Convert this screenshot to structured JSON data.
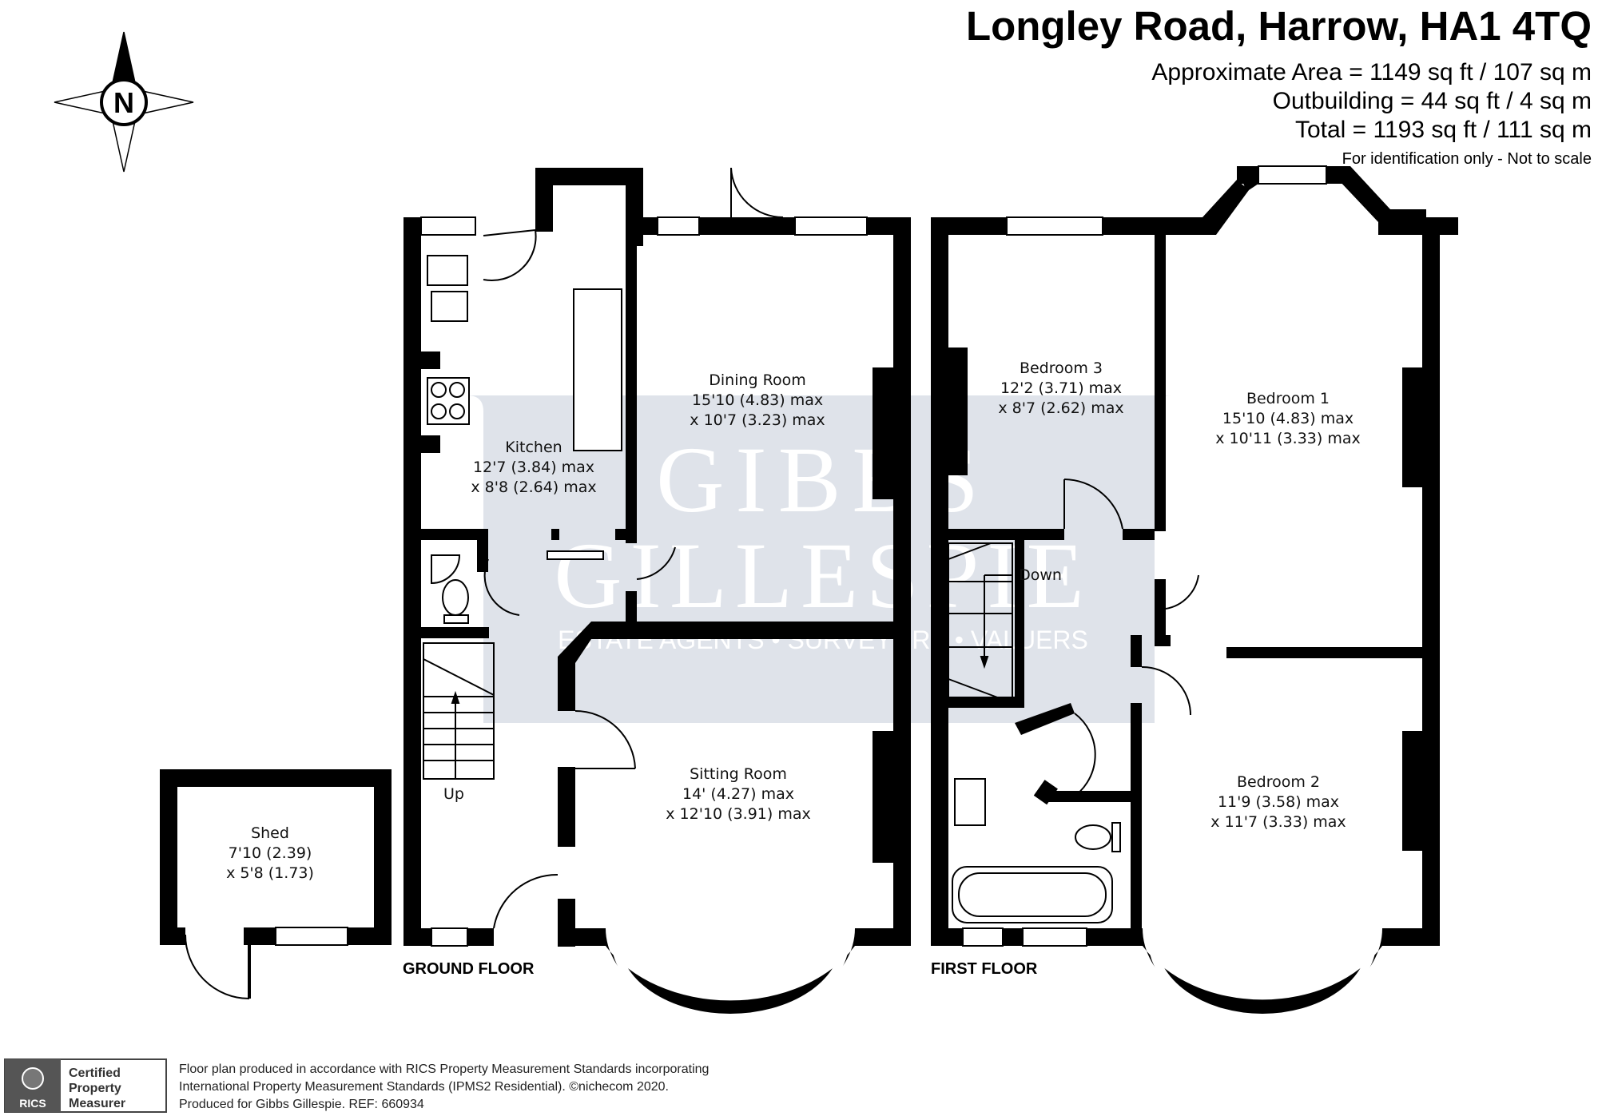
{
  "header": {
    "title": "Longley Road, Harrow, HA1 4TQ",
    "approx_area": "Approximate Area = 1149 sq ft / 107 sq m",
    "outbuilding": "Outbuilding = 44 sq ft / 4 sq m",
    "total": "Total = 1193 sq ft / 111 sq m",
    "disclaimer": "For identification only - Not to scale"
  },
  "compass": {
    "letter": "N"
  },
  "watermark": {
    "line1": "GIBBS",
    "line2": "GILLESPIE",
    "line3": "ESTATE AGENTS • SURVEYORS • VALUERS"
  },
  "ground_floor": {
    "label": "GROUND FLOOR",
    "kitchen": {
      "name": "Kitchen",
      "dim1": "12'7 (3.84) max",
      "dim2": "x 8'8 (2.64) max"
    },
    "dining": {
      "name": "Dining Room",
      "dim1": "15'10 (4.83) max",
      "dim2": "x 10'7 (3.23) max"
    },
    "sitting": {
      "name": "Sitting Room",
      "dim1": "14' (4.27) max",
      "dim2": "x 12'10 (3.91) max"
    },
    "stairs_label": "Up"
  },
  "shed": {
    "name": "Shed",
    "dim1": "7'10 (2.39)",
    "dim2": "x 5'8 (1.73)"
  },
  "first_floor": {
    "label": "FIRST FLOOR",
    "bedroom3": {
      "name": "Bedroom 3",
      "dim1": "12'2 (3.71) max",
      "dim2": "x 8'7 (2.62) max"
    },
    "bedroom1": {
      "name": "Bedroom 1",
      "dim1": "15'10 (4.83) max",
      "dim2": "x 10'11 (3.33) max"
    },
    "bedroom2": {
      "name": "Bedroom 2",
      "dim1": "11'9 (3.58) max",
      "dim2": "x 11'7 (3.33) max"
    },
    "stairs_label": "Down"
  },
  "footer": {
    "badge_top": "Certified",
    "badge_mid": "Property",
    "badge_bot": "Measurer",
    "badge_logo": "RICS",
    "line1": "Floor plan produced in accordance with RICS Property Measurement Standards incorporating",
    "line2": "International Property Measurement Standards (IPMS2 Residential).   ©nichecom 2020.",
    "line3": "Produced for Gibbs Gillespie.   REF: 660934"
  },
  "colors": {
    "wall": "#000000",
    "watermark_fill": "#dfe3ea",
    "window": "#ffffff"
  }
}
